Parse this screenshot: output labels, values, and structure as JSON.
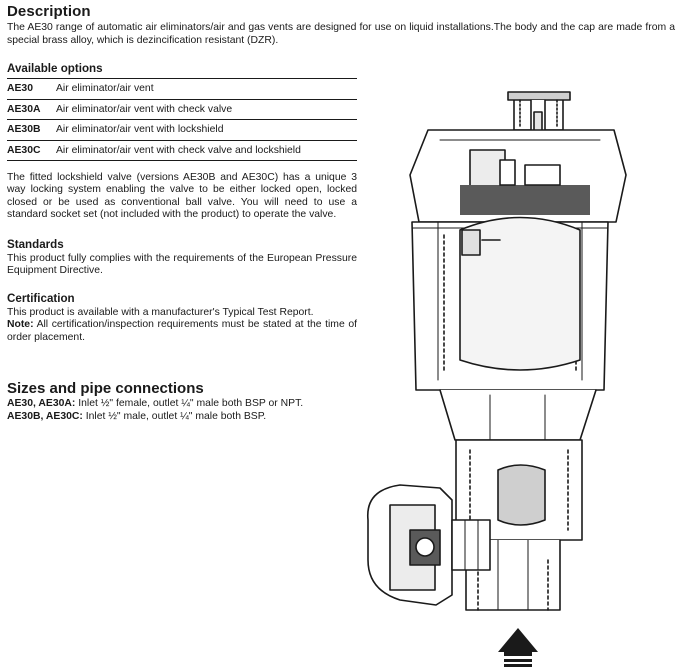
{
  "description": {
    "title": "Description",
    "text": "The AE30 range of automatic air eliminators/air and gas vents are designed for use on liquid installations.The body and the cap are made from a special brass alloy, which is dezincification resistant (DZR)."
  },
  "options": {
    "title": "Available options",
    "rows": [
      {
        "code": "AE30",
        "desc": "Air eliminator/air vent"
      },
      {
        "code": "AE30A",
        "desc": "Air eliminator/air vent with check valve"
      },
      {
        "code": "AE30B",
        "desc": "Air eliminator/air vent with lockshield"
      },
      {
        "code": "AE30C",
        "desc": "Air eliminator/air vent with check valve and lockshield"
      }
    ]
  },
  "lockshield_text": "The fitted lockshield valve (versions AE30B and AE30C) has a unique 3 way locking system enabling the valve to be either locked open, locked closed or be used as conventional ball valve. You will need to use a standard socket set (not included with the product) to operate the valve.",
  "standards": {
    "title": "Standards",
    "text": "This product fully complies with the requirements of the European Pressure Equipment Directive."
  },
  "certification": {
    "title": "Certification",
    "text": "This product is available with a manufacturer's Typical Test Report.",
    "note_label": "Note:",
    "note_text": " All certification/inspection requirements must be stated at the time of order placement."
  },
  "sizes": {
    "title": "Sizes and pipe connections",
    "lines": [
      {
        "label": "AE30, AE30A:",
        "text": " Inlet ½\" female, outlet ¼\" male both BSP or NPT."
      },
      {
        "label": "AE30B, AE30C:",
        "text": " Inlet ½\" male, outlet ¼\" male both BSP."
      }
    ]
  }
}
